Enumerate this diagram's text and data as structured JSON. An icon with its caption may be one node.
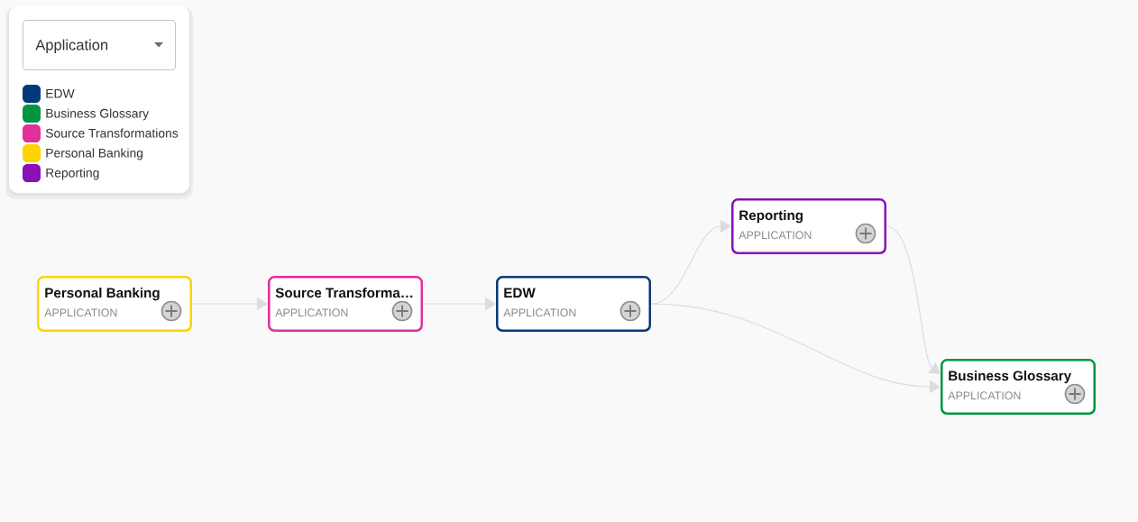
{
  "diagram": {
    "nodes": [
      {
        "text": [
          "Personal Banking",
          "APPLICATION"
        ]
      },
      {
        "text": [
          "Source Transforma…",
          "APPLICATION"
        ]
      },
      {
        "text": [
          "EDW",
          "APPLICATION"
        ]
      },
      {
        "text": [
          "Reporting",
          "APPLICATION"
        ]
      },
      {
        "text": [
          "Business Glossary",
          "APPLICATION"
        ]
      }
    ],
    "edges": [
      {
        "from": 0,
        "to": 1,
        "arrow": "to"
      },
      {
        "from": 1,
        "to": 2,
        "arrow": "to"
      },
      {
        "from": 2,
        "to": 3,
        "arrow": "to"
      },
      {
        "from": 2,
        "to": 4,
        "arrow": "to"
      },
      {
        "from": 3,
        "to": 4,
        "arrow": "to"
      }
    ],
    "labels": [
      "Application"
    ],
    "legend": [
      {
        "text": "EDW",
        "color": "#003a78"
      },
      {
        "text": "Business Glossary",
        "color": "#00963f"
      },
      {
        "text": "Source Transformations",
        "color": "#e0309a"
      },
      {
        "text": "Personal Banking",
        "color": "#fdd400"
      },
      {
        "text": "Reporting",
        "color": "#8a10b8"
      }
    ]
  }
}
